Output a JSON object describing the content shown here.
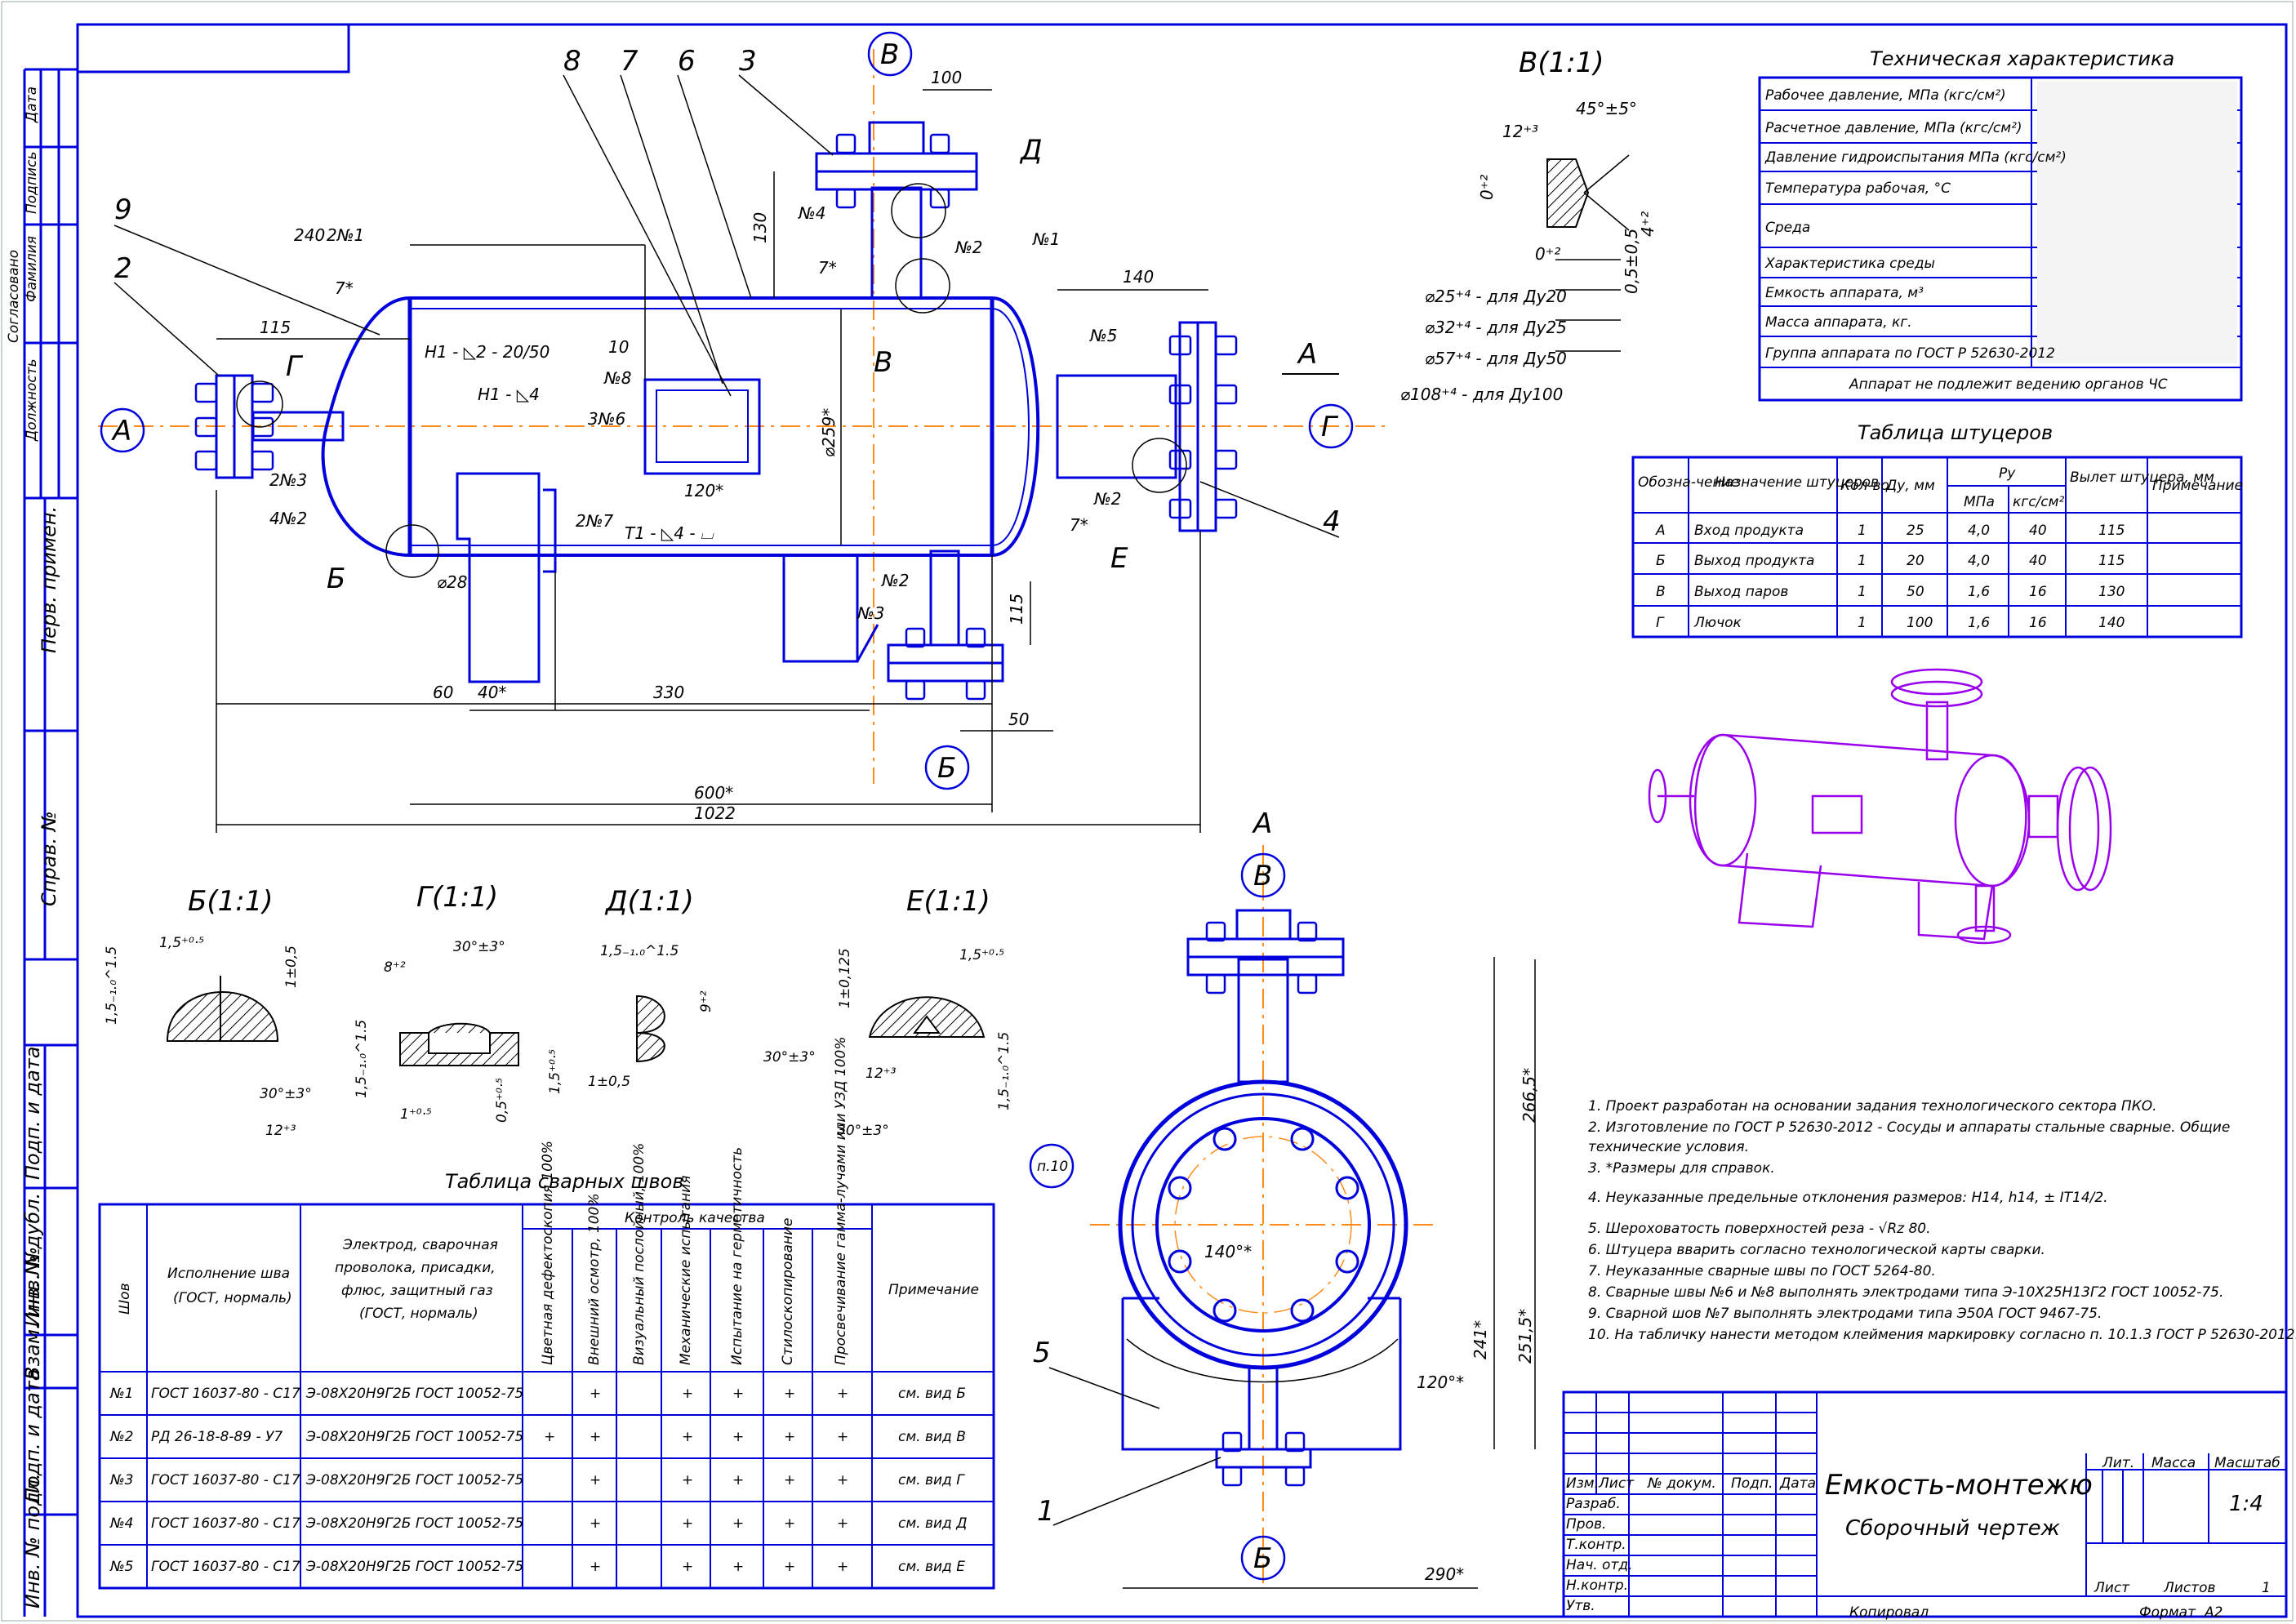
{
  "stamp_left": {
    "top_col": [
      "Дата",
      "Подпись",
      "Фамилия",
      "Должность"
    ],
    "top_label": "Согласовано",
    "perv_primen": "Перв. примен.",
    "sprav_no": "Справ. №",
    "bottom": [
      "Подп. и дата",
      "Инв. № дубл.",
      "Взам. инв. №",
      "Подп. и дата",
      "Инв. № подл."
    ]
  },
  "leaders": [
    "9",
    "2",
    "8",
    "7",
    "6",
    "3",
    "4",
    "5",
    "1"
  ],
  "dims": {
    "d240": "240",
    "d115": "115",
    "d100": "100",
    "d130": "130",
    "d140": "140",
    "d10": "10",
    "d120": "120*",
    "d259": "⌀259*",
    "d28": "⌀28",
    "d60": "60",
    "d40": "40*",
    "d330": "330",
    "d50": "50",
    "d115b": "115",
    "d600": "600*",
    "d1022": "1022",
    "d7a": "7*",
    "d7b": "7*",
    "d7c": "7*",
    "d266": "266,5*",
    "d241": "241*",
    "d251": "251,5*",
    "d120b": "120°*",
    "d140b": "140°*",
    "d290": "290*"
  },
  "welds": {
    "w_h1_1": "H1 - ◺2 - 20/50",
    "w_h1_2": "H1 - ◺4",
    "w_t1": "T1 - ◺4 - ⌴",
    "n1a": "2№1",
    "n1b": "№1",
    "n2a": "№2",
    "n2b": "№2",
    "n2c": "№2",
    "n2d": "4№2",
    "n3a": "2№3",
    "n3b": "№3",
    "n4": "№4",
    "n5": "№5",
    "n6": "3№6",
    "n7": "2№7",
    "n8": "№8"
  },
  "views": {
    "A": "А",
    "B": "Б",
    "V": "В",
    "G": "Г",
    "D": "Д",
    "E": "Е",
    "vV": "В(1:1)",
    "vB": "Б(1:1)",
    "vG": "Г(1:1)",
    "vD": "Д(1:1)",
    "vE": "Е(1:1)",
    "vA": "А",
    "p10": "п.10"
  },
  "vV_notes": [
    "⌀25⁺⁴ - для Ду20",
    "⌀32⁺⁴ - для Ду25",
    "⌀57⁺⁴ - для Ду50",
    "⌀108⁺⁴ - для Ду100"
  ],
  "vV_dims": [
    "12⁺³",
    "45°±5°",
    "0⁺²",
    "0⁺²",
    "4⁺²",
    "0,5±0,5"
  ],
  "detail_dims": {
    "b": [
      "1,5⁺⁰·⁵",
      "1,5₋₁.₀^1.5",
      "1±0,5",
      "30°±3°",
      "12⁺³"
    ],
    "g": [
      "8⁺²",
      "30°±3°",
      "1,5₋₁.₀^1.5",
      "1⁺⁰·⁵",
      "0,5⁺⁰·⁵"
    ],
    "d": [
      "1,5₋₁.₀^1.5",
      "9⁺²",
      "30°±3°",
      "1,5⁺⁰·⁵",
      "1±0,5"
    ],
    "e": [
      "1±0,125",
      "1,5⁺⁰·⁵",
      "12⁺³",
      "30°±3°",
      "1,5₋₁.₀^1.5"
    ]
  },
  "tech": {
    "title": "Техническая характеристика",
    "rows": [
      "Рабочее давление, МПа (кгс/см²)",
      "Расчетное давление, МПа (кгс/см²)",
      "Давление гидроиспытания МПа (кгс/см²)",
      "Температура рабочая, °С",
      "Среда",
      "Характеристика среды",
      "Емкость аппарата, м³",
      "Масса аппарата, кг.",
      "Группа аппарата по ГОСТ Р 52630-2012"
    ],
    "footer": "Аппарат не подлежит ведению органов ЧС"
  },
  "nozzles": {
    "title": "Таблица штуцеров",
    "headers": [
      "Обозна-чение",
      "Назначение штуцеров",
      "Кол-во",
      "Ду, мм",
      "Ру",
      "МПа",
      "кгс/см²",
      "Вылет штуцера, мм",
      "Примечание"
    ],
    "rows": [
      [
        "А",
        "Вход продукта",
        "1",
        "25",
        "4,0",
        "40",
        "115",
        ""
      ],
      [
        "Б",
        "Выход продукта",
        "1",
        "20",
        "4,0",
        "40",
        "115",
        ""
      ],
      [
        "В",
        "Выход паров",
        "1",
        "50",
        "1,6",
        "16",
        "130",
        ""
      ],
      [
        "Г",
        "Лючок",
        "1",
        "100",
        "1,6",
        "16",
        "140",
        ""
      ]
    ]
  },
  "notes": [
    "1.  Проект разработан на основании задания технологического сектора ПКО.",
    "2.  Изготовление по ГОСТ Р 52630-2012 - Сосуды и аппараты стальные сварные. Общие",
    "     технические условия.",
    "3.  *Размеры для справок.",
    "4.  Неуказанные предельные отклонения размеров: H14, h14, ± IT14/2.",
    "5.  Шероховатость поверхностей реза - √Rz 80.",
    "6.  Штуцера вварить согласно технологической карты сварки.",
    "7.  Неуказанные сварные швы по ГОСТ 5264-80.",
    "8.  Сварные швы №6 и №8 выполнять электродами типа Э-10Х25Н13Г2 ГОСТ 10052-75.",
    "9.  Сварной шов №7 выполнять электродами типа Э50А ГОСТ 9467-75.",
    "10.  На табличку нанести методом клеймения маркировку согласно п. 10.1.3 ГОСТ Р 52630-2012."
  ],
  "welds_table": {
    "title": "Таблица сварных швов",
    "h_shov": "Шов",
    "h_isp": [
      "Исполнение шва",
      "(ГОСТ, нормаль)"
    ],
    "h_el": [
      "Электрод, сварочная",
      "проволока, присадки,",
      "флюс, защитный газ",
      "(ГОСТ, нормаль)"
    ],
    "h_kontrol": "Контроль качества",
    "h_k": [
      "Цветная дефектоскопия 100%",
      "Внешний осмотр, 100%",
      "Визуальный послойный, 100%",
      "Механические испытания",
      "Испытание на герметичность",
      "Стилоскопирование",
      "Просвечивание гамма-лучами или УЗД 100%"
    ],
    "h_prim": "Примечание",
    "rows": [
      [
        "№1",
        "ГОСТ 16037-80 - С17",
        "Э-08Х20Н9Г2Б ГОСТ 10052-75",
        [
          "",
          "+",
          "",
          "+",
          "+",
          "+",
          "+"
        ],
        "см. вид Б"
      ],
      [
        "№2",
        "РД 26-18-8-89 - У7",
        "Э-08Х20Н9Г2Б ГОСТ 10052-75",
        [
          "+",
          "+",
          "",
          "+",
          "+",
          "+",
          "+"
        ],
        "см. вид В"
      ],
      [
        "№3",
        "ГОСТ 16037-80 - С17",
        "Э-08Х20Н9Г2Б ГОСТ 10052-75",
        [
          "",
          "+",
          "",
          "+",
          "+",
          "+",
          "+"
        ],
        "см. вид Г"
      ],
      [
        "№4",
        "ГОСТ 16037-80 - С17",
        "Э-08Х20Н9Г2Б ГОСТ 10052-75",
        [
          "",
          "+",
          "",
          "+",
          "+",
          "+",
          "+"
        ],
        "см. вид Д"
      ],
      [
        "№5",
        "ГОСТ 16037-80 - С17",
        "Э-08Х20Н9Г2Б ГОСТ 10052-75",
        [
          "",
          "+",
          "",
          "+",
          "+",
          "+",
          "+"
        ],
        "см. вид Е"
      ]
    ]
  },
  "title_block": {
    "cols": [
      "Изм.",
      "Лист",
      "№ докум.",
      "Подп.",
      "Дата"
    ],
    "rows": [
      "Разраб.",
      "Пров.",
      "Т.контр.",
      "Нач. отд.",
      "Н.контр.",
      "Утв."
    ],
    "name1": "Емкость-монтежю",
    "name2": "Сборочный чертеж",
    "lit": "Лит.",
    "massa": "Масса",
    "masshtab": "Масштаб",
    "scale": "1:4",
    "list": "Лист",
    "listov": "Листов",
    "listov_n": "1",
    "kopiroval": "Копировал",
    "format": "Формат",
    "format_v": "А2"
  }
}
